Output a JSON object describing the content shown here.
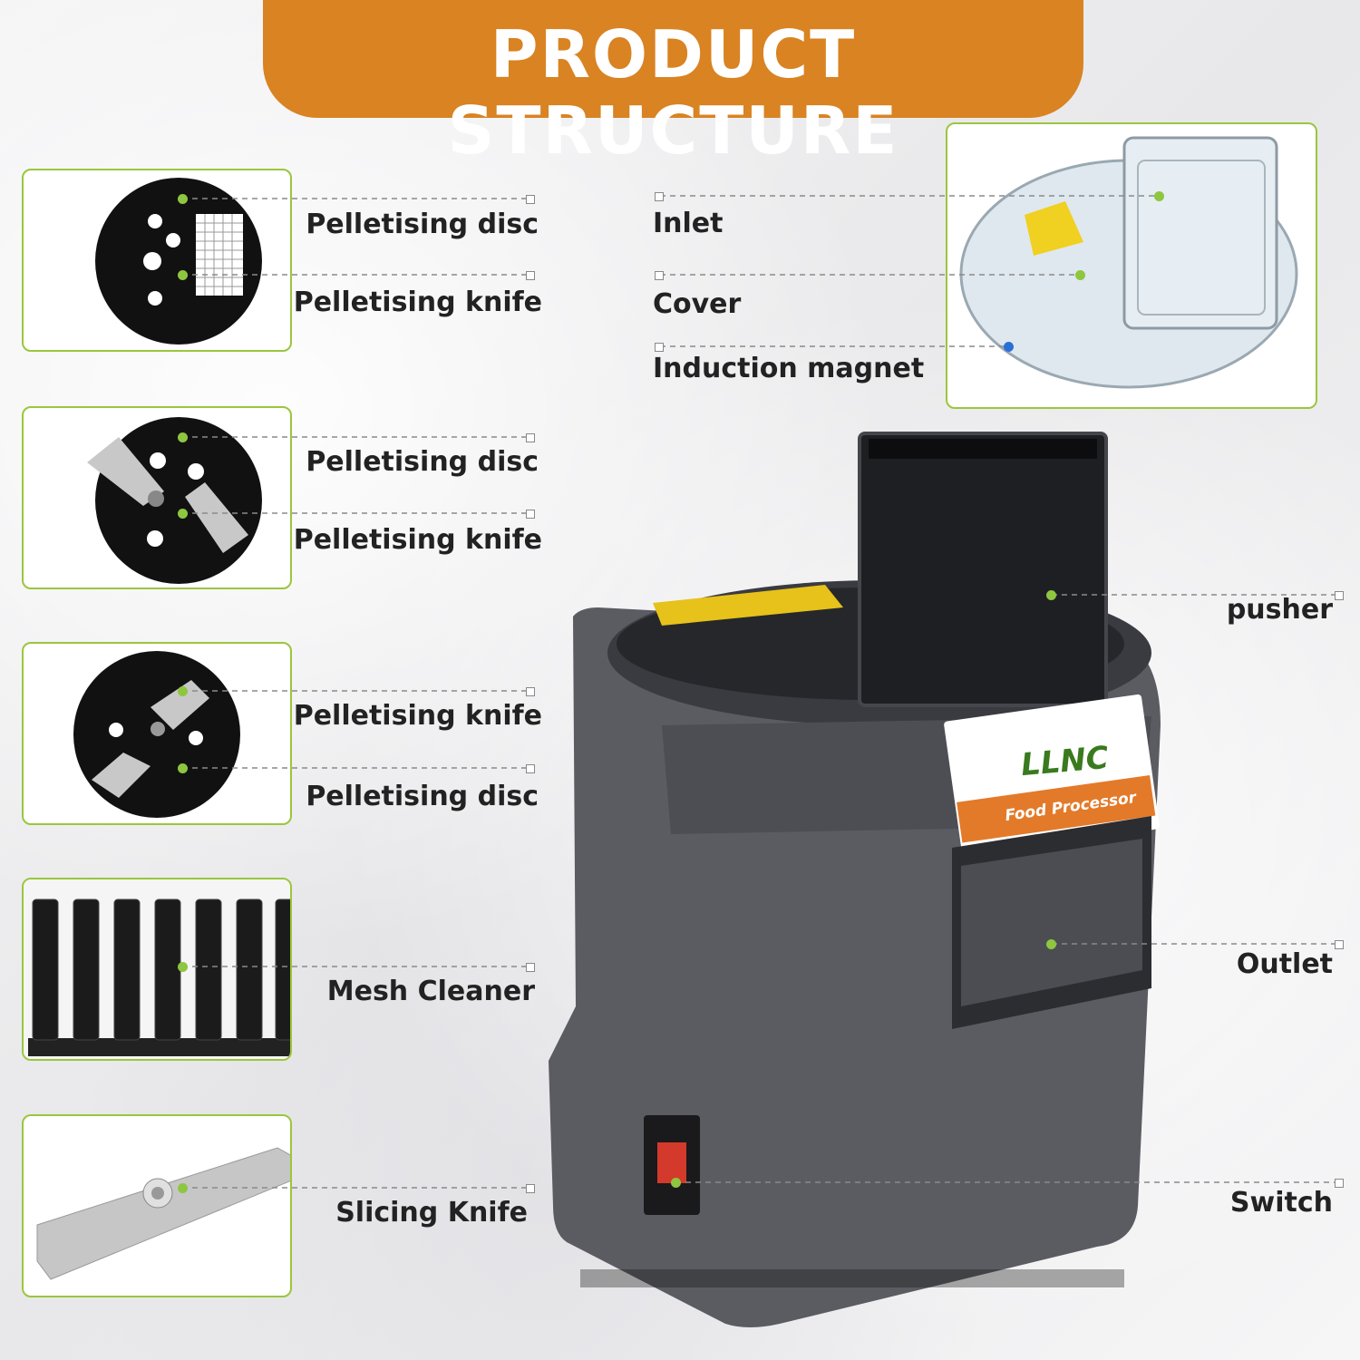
{
  "header": {
    "title": "PRODUCT STRUCTURE"
  },
  "left_labels": [
    "Pelletising disc",
    "Pelletising knife",
    "Pelletising disc",
    "Pelletising knife",
    "Pelletising knife",
    "Pelletising disc",
    "Mesh Cleaner",
    "Slicing Knife"
  ],
  "lid_labels": [
    "Inlet",
    "Cover",
    "Induction magnet"
  ],
  "right_labels": [
    "pusher",
    "Outlet",
    "Switch"
  ],
  "product": {
    "brand": "LLNC",
    "subtitle": "Food Processor"
  },
  "colors": {
    "banner": "#d98322",
    "frame": "#9bc63d",
    "dot": "#8ec63f",
    "body": "#5b5c62"
  }
}
